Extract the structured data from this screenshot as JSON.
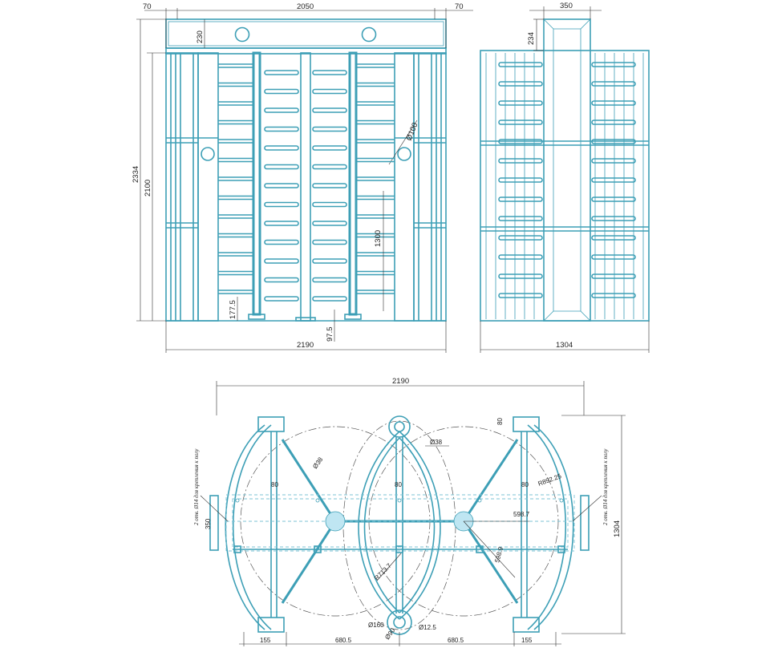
{
  "front_view": {
    "dim_top_left": "70",
    "dim_top_total": "2050",
    "dim_top_right": "70",
    "dim_overall_height": "2334",
    "dim_frame_height": "2100",
    "dim_beam_height": "230",
    "dim_hole": "Ø100",
    "dim_bar_height": "1300",
    "dim_base_offset": "177.5",
    "dim_floor_gap": "97.5",
    "dim_bottom_total": "2190"
  },
  "side_view": {
    "dim_top_width": "350",
    "dim_top_height": "234",
    "dim_bottom_total": "1304"
  },
  "plan_view": {
    "dim_top_total": "2190",
    "dim_right_total": "1304",
    "dim_pad_80_right": "80",
    "dim_arm_left": "Ø38",
    "dim_arm_mid": "Ø38",
    "dim_80_left": "80",
    "dim_80_mid": "80",
    "dim_80_right": "80",
    "dim_radius_right": "R892.25",
    "dim_350": "350",
    "dim_598_7": "598.7",
    "dim_598_9": "598.9",
    "dim_radius_mid": "R713.7",
    "dim_d160": "Ø160",
    "dim_d12_5": "Ø12.5",
    "dim_d90": "Ø90",
    "dim_b_155_left": "155",
    "dim_b_680_left": "680.5",
    "dim_b_680_right": "680.5",
    "dim_b_155_right": "155",
    "note_left": "2 отв. Ø14 для крепления к полу",
    "note_right": "2 отв. Ø14 для крепления к полу"
  }
}
